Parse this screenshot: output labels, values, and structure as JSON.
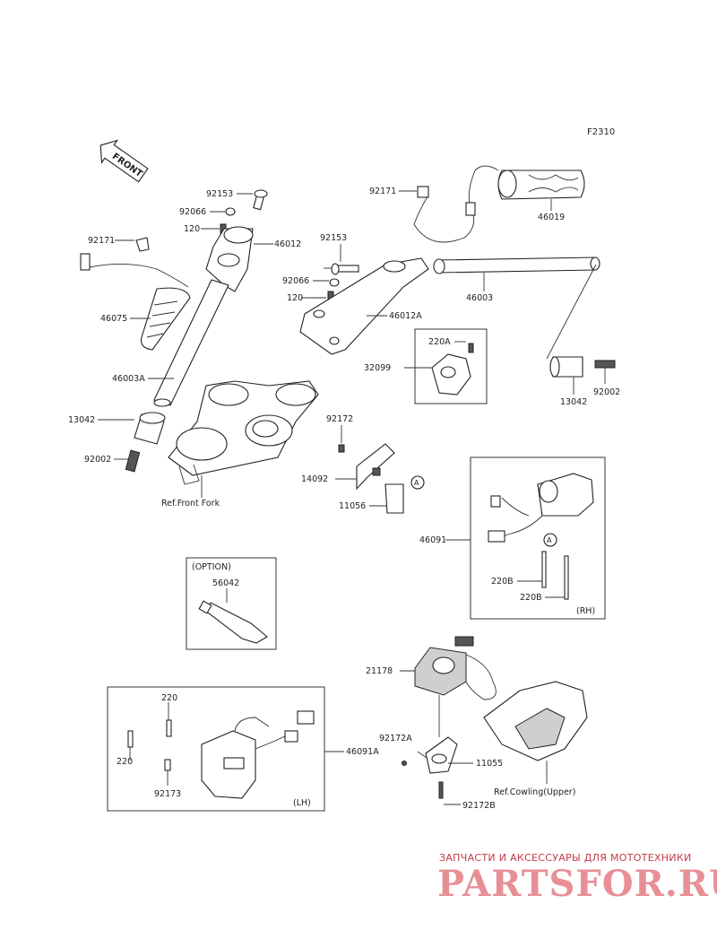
{
  "diagram_code": "F2310",
  "front_arrow_text": "FRONT",
  "labels": {
    "p92153_a": "92153",
    "p92066_a": "92066",
    "p120_a": "120",
    "p46012": "46012",
    "p92171_l": "92171",
    "p46075": "46075",
    "p46003A": "46003A",
    "p13042_l": "13042",
    "p92002_l": "92002",
    "ref_front_fork": "Ref.Front Fork",
    "p92153_b": "92153",
    "p92066_b": "92066",
    "p120_b": "120",
    "p46012A": "46012A",
    "p92171_r": "92171",
    "p46019": "46019",
    "p46003": "46003",
    "p220A": "220A",
    "p32099": "32099",
    "p13042_r": "13042",
    "p92002_r": "92002",
    "p92172": "92172",
    "p14092": "14092",
    "p11056": "11056",
    "callout_a1": "A",
    "callout_a2": "A",
    "p46091": "46091",
    "p220B_1": "220B",
    "p220B_2": "220B",
    "rh": "(RH)",
    "option": "(OPTION)",
    "p56042": "56042",
    "p21178": "21178",
    "p92172A": "92172A",
    "p11055": "11055",
    "p92172B": "92172B",
    "ref_cowling": "Ref.Cowling(Upper)",
    "p220_1": "220",
    "p220_2": "220",
    "p92173": "92173",
    "p46091A": "46091A",
    "lh": "(LH)"
  },
  "watermark": {
    "line": "ЗАПЧАСТИ И АКСЕССУАРЫ ДЛЯ МОТОТЕХНИКИ",
    "logo": "PARTSFOR.RU"
  }
}
